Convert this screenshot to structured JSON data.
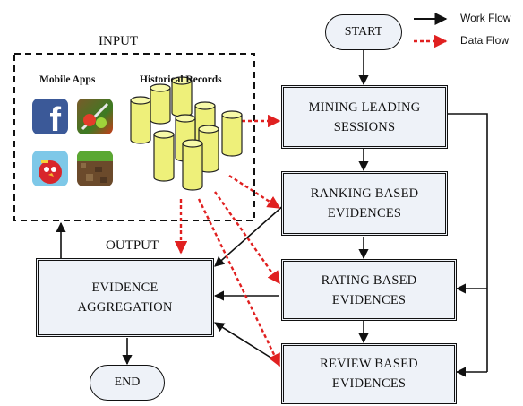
{
  "legend": {
    "work_flow": "Work Flow",
    "data_flow": "Data Flow"
  },
  "input": {
    "title": "INPUT",
    "mobile_apps": "Mobile Apps",
    "historical_records": "Historical Records",
    "apps": [
      {
        "icon": "facebook-icon",
        "glyph": "f"
      },
      {
        "icon": "fruit-ninja-icon",
        "glyph": ""
      },
      {
        "icon": "angry-birds-icon",
        "glyph": ""
      },
      {
        "icon": "minecraft-icon",
        "glyph": ""
      }
    ]
  },
  "output": {
    "title": "OUTPUT"
  },
  "nodes": {
    "start": "START",
    "end": "END",
    "mining": [
      "MINING LEADING",
      "SESSIONS"
    ],
    "ranking": [
      "RANKING BASED",
      "EVIDENCES"
    ],
    "rating": [
      "RATING BASED",
      "EVIDENCES"
    ],
    "review": [
      "REVIEW BASED",
      "EVIDENCES"
    ],
    "aggregation": [
      "EVIDENCE",
      "AGGREGATION"
    ]
  },
  "colors": {
    "work_flow": "#111111",
    "data_flow": "#e02020",
    "box_fill": "#eef2f8",
    "cylinder_fill": "#eef07a"
  }
}
